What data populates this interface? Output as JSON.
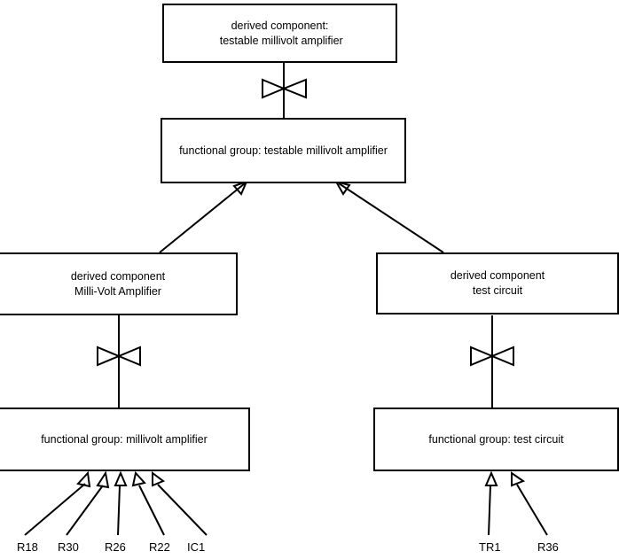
{
  "diagram": {
    "title": "testable millivolt amplifier decomposition",
    "line_color": "#000000",
    "background_color": "#ffffff",
    "nodes": [
      {
        "id": "derived-testable-millivolt-amplifier",
        "line1": "derived component:",
        "line2": " testable millivolt amplifier",
        "kind": "derived component"
      },
      {
        "id": "fg-testable-millivolt-amplifier",
        "line1": "functional group: testable millivolt amplifier",
        "line2": "",
        "kind": "functional group"
      },
      {
        "id": "derived-milli-volt-amplifier",
        "line1": "derived component",
        "line2": "Milli-Volt Amplifier",
        "kind": "derived component"
      },
      {
        "id": "derived-test-circuit",
        "line1": "derived component",
        "line2": "test circuit",
        "kind": "derived component"
      },
      {
        "id": "fg-millivolt-amplifier",
        "line1": "functional group: millivolt amplifier",
        "line2": "",
        "kind": "functional group"
      },
      {
        "id": "fg-test-circuit",
        "line1": "functional group: test circuit",
        "line2": "",
        "kind": "functional group"
      }
    ],
    "leaf_labels_left": [
      {
        "id": "r18",
        "text": "R18"
      },
      {
        "id": "r30",
        "text": "R30"
      },
      {
        "id": "r26",
        "text": "R26"
      },
      {
        "id": "r22",
        "text": "R22"
      },
      {
        "id": "ic1",
        "text": "IC1"
      }
    ],
    "leaf_labels_right": [
      {
        "id": "tr1",
        "text": "TR1"
      },
      {
        "id": "r36",
        "text": "R36"
      }
    ]
  }
}
